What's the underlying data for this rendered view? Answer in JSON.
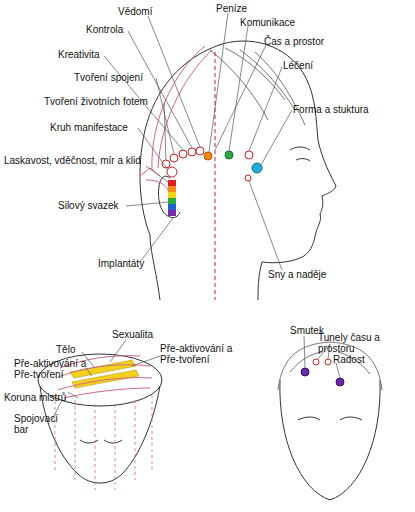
{
  "diagram": {
    "labels": [
      "Vědomí",
      "Peníze",
      "Komunikace",
      "Kontrola",
      "Čas a prostor",
      "Kreativita",
      "Léčení",
      "Tvoření spojení",
      "Tvoření životních fotem",
      "Forma a stuktura",
      "Kruh manifestace",
      "Laskavost, vděčnost, mír a klid",
      "Silový svazek",
      "Implantáty",
      "Sny a naděje",
      "Sexualita",
      "Smutek",
      "Tunely času a prostoru",
      "Tělo",
      "Pře-aktivování a Pře-tvoření",
      "Pře-aktivování a Pře-tvoření",
      "Radost",
      "Koruna mistrů",
      "Spojovací bar"
    ]
  }
}
